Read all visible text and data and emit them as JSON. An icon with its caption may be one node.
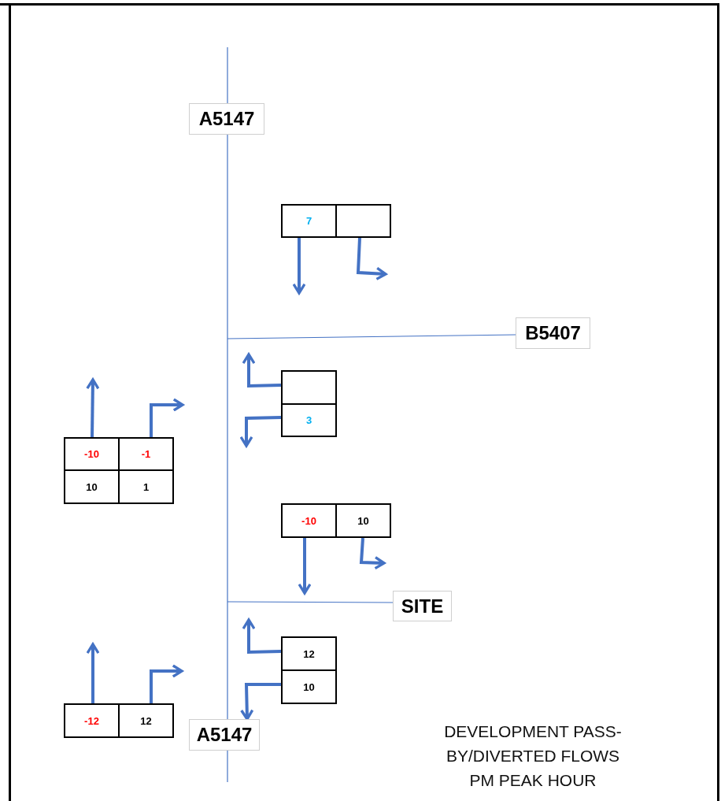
{
  "diagram": {
    "caption": "DEVELOPMENT PASS-BY/DIVERTED FLOWS PM PEAK HOUR",
    "nodes": [
      {
        "text": [
          "A5147"
        ]
      },
      {
        "text": [
          "7"
        ]
      },
      {
        "text": [],
        "shape": "box"
      },
      {
        "text": [
          "B5407"
        ]
      },
      {
        "text": [],
        "shape": "box"
      },
      {
        "text": [
          "3"
        ]
      },
      {
        "text": [
          "-10"
        ]
      },
      {
        "text": [
          "-1"
        ]
      },
      {
        "text": [
          "10"
        ]
      },
      {
        "text": [
          "1"
        ]
      },
      {
        "text": [
          "-10"
        ]
      },
      {
        "text": [
          "10"
        ]
      },
      {
        "text": [
          "SITE"
        ]
      },
      {
        "text": [
          "12"
        ]
      },
      {
        "text": [
          "10"
        ]
      },
      {
        "text": [
          "-12"
        ]
      },
      {
        "text": [
          "12"
        ]
      },
      {
        "text": [
          "A5147"
        ]
      }
    ],
    "edges": [
      {
        "from": 0,
        "to": 17,
        "arrow": "none"
      },
      {
        "from": null,
        "to": 3,
        "arrow": "none"
      },
      {
        "from": null,
        "to": 12,
        "arrow": "none"
      },
      {
        "from": 1,
        "to": null,
        "arrow": "to"
      },
      {
        "from": 2,
        "to": null,
        "arrow": "to"
      },
      {
        "from": 4,
        "to": null,
        "arrow": "to"
      },
      {
        "from": 5,
        "to": null,
        "arrow": "to"
      },
      {
        "from": 6,
        "to": null,
        "arrow": "to"
      },
      {
        "from": 7,
        "to": null,
        "arrow": "to"
      },
      {
        "from": 10,
        "to": null,
        "arrow": "to"
      },
      {
        "from": 11,
        "to": null,
        "arrow": "to"
      },
      {
        "from": 13,
        "to": null,
        "arrow": "to"
      },
      {
        "from": 14,
        "to": 17,
        "arrow": "to"
      },
      {
        "from": 15,
        "to": null,
        "arrow": "to"
      },
      {
        "from": 16,
        "to": null,
        "arrow": "to"
      }
    ]
  }
}
